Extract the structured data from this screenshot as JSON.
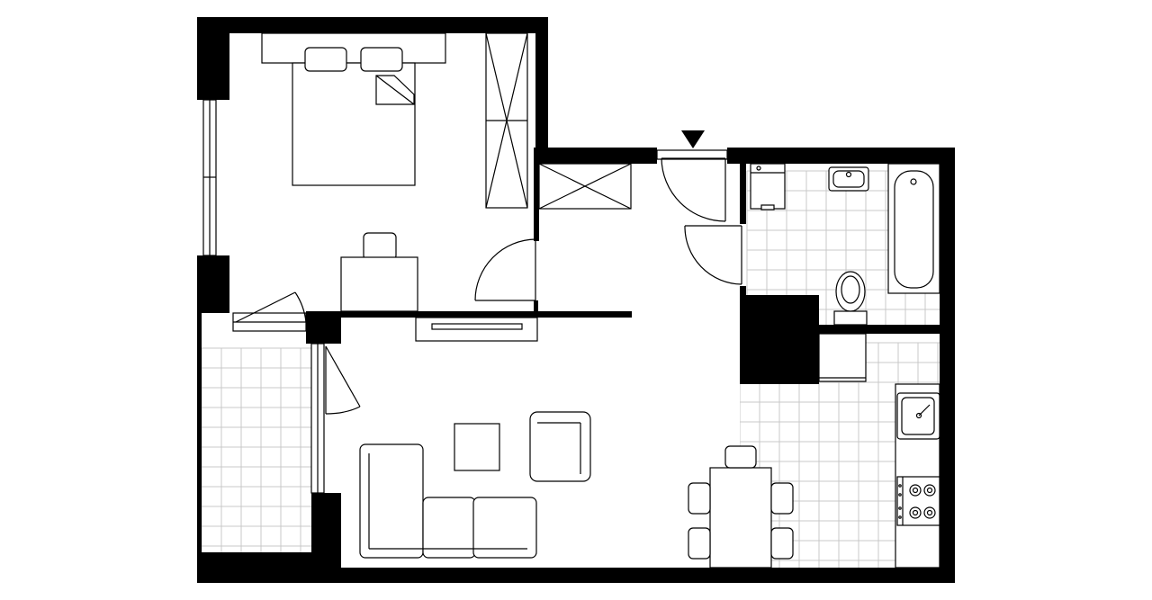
{
  "colors": {
    "wall": "#000000",
    "fixture_line": "#000000",
    "tile_grid": "#c9c9c9",
    "background": "#ffffff"
  },
  "rooms": [
    "bedroom",
    "hallway",
    "bathroom",
    "living-room",
    "kitchen",
    "balcony"
  ],
  "icons": {
    "entrance_marker": "triangle-down-icon"
  }
}
